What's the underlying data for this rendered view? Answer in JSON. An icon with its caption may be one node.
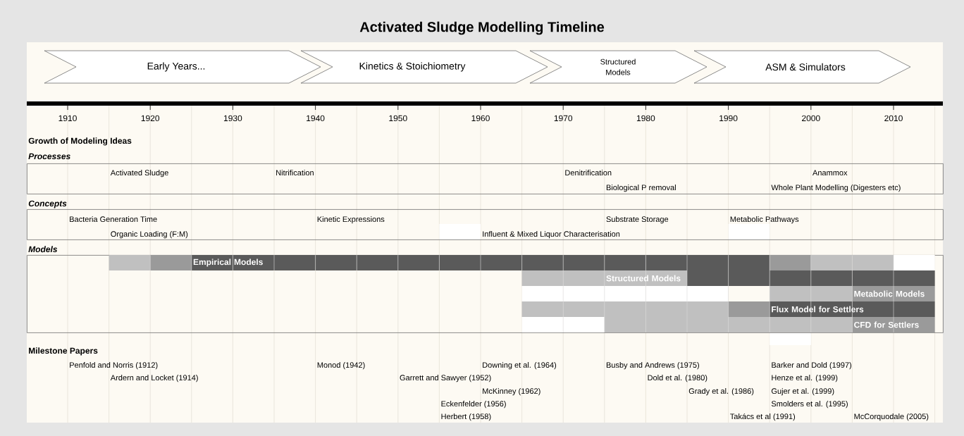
{
  "diagram": {
    "title": "Activated Sludge Modelling Timeline",
    "nodes": [
      {
        "text": [
          "Early Years..."
        ]
      },
      {
        "text": [
          "Kinetics & Stoichiometry"
        ]
      },
      {
        "text": [
          "Structured Models"
        ]
      },
      {
        "text": [
          "ASM & Simulators"
        ]
      },
      {
        "text": [
          "Processes",
          "Activated Sludge",
          "Nitrification",
          "Denitrification",
          "Biological P removal",
          "Anammox",
          "Whole Plant Modelling (Digesters etc)"
        ]
      },
      {
        "text": [
          "Concepts",
          "Bacteria Generation Time",
          "Organic Loading (F:M)",
          "Kinetic Expressions",
          "Influent  & Mixed Liquor Characterisation",
          "Substrate Storage",
          "Metabolic Pathways"
        ]
      },
      {
        "text": [
          "Models"
        ]
      },
      {
        "text": [
          "Empirical Models"
        ],
        "in": 6
      },
      {
        "text": [
          "Structured Models"
        ],
        "in": 6
      },
      {
        "text": [
          "Metabolic Models"
        ],
        "in": 6
      },
      {
        "text": [
          "Flux Model for Settlers"
        ],
        "in": 6
      },
      {
        "text": [
          "CFD for Settlers"
        ],
        "in": 6
      }
    ],
    "labels": [
      "1910",
      "1920",
      "1930",
      "1940",
      "1950",
      "1960",
      "1970",
      "1980",
      "1990",
      "2000",
      "2010",
      "Growth of Modeling Ideas",
      "Milestone Papers",
      "Penfold and Norris (1912)",
      "Monod (1942)",
      "Downing et al. (1964)",
      "Busby and Andrews (1975)",
      "Barker and Dold (1997)",
      "Ardern and Locket (1914)",
      "Garrett and Sawyer (1952)",
      "Dold et al. (1980)",
      "Henze et al. (1999)",
      "McKinney (1962)",
      "Grady et al. (1986)",
      "Gujer et al. (1999)",
      "Eckenfelder (1956)",
      "Smolders et al. (1995)",
      "Herbert (1958)",
      "Takács et al (1991)",
      "McCorquodale (2005)"
    ]
  }
}
